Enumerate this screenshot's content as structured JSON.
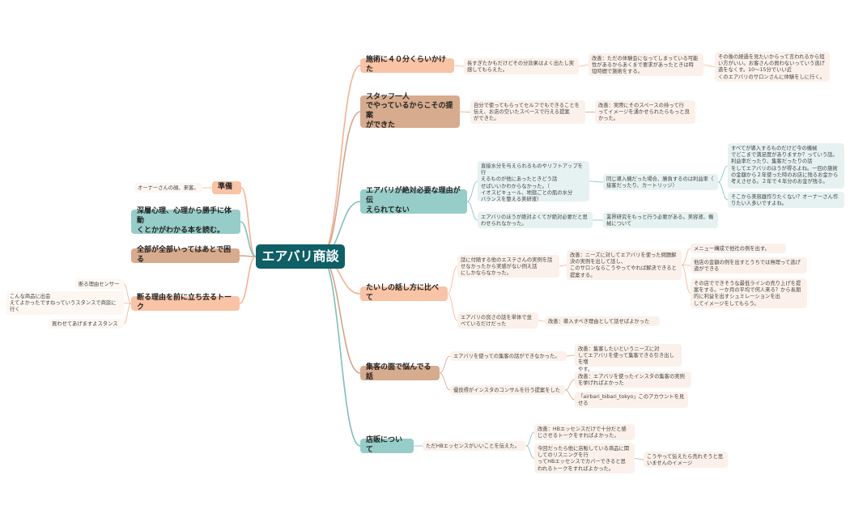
{
  "colors": {
    "root": "#0f5f66",
    "salmon": "#f9c3a5",
    "tan": "#d7ab8d",
    "teal": "#96cdc8",
    "link_salmon": "#f4b293",
    "link_tan": "#d3a486",
    "link_teal": "#7fc0ba"
  },
  "root": {
    "label": "エアバリ商談"
  },
  "branches": {
    "b1": "施術に４０分くらいかけた",
    "b2": "スタッフ一人\nでやっているからこその提案\nができた",
    "b3": "エアバリが絶対必要な理由が伝\nえられてない",
    "b4": "たいしの話し方に比べて",
    "b5": "集客の面で悩んでる話",
    "b6": "店販について",
    "l1": "準備",
    "l2": "深層心理、心理から勝手に体動\nくとかがわかる本を読む。",
    "l3": "全部が全部いってはあとで困る",
    "l4": "断る理由を前に立ち去るトーク"
  },
  "leaves": {
    "n1a": "長すぎたかもだけどその分効果はよく出たし実\n感してもらえた。",
    "n1b": "改善：ただの体験会になってしまっている可能\n性があるからあくまで要求があったときは時\n短時間で施術をする。",
    "n1c": "その後の経過を見たいからって言われるから短\nい方がいい。お客さんの買わないっていう逃げ\n道をなくす。10〜15分でいい近\nくのエアバリのサロンさんに体験をしに行く。",
    "n2a": "自分で使ってもらってセルフでもできることを\n伝え、お店の空いたスペースで行える提案\nができた。",
    "n2b": "改善：実際にそのスペースの持って行\nってイメージを湧かせられたらもっと良\nかった。",
    "n3a": "直接水分を与えられるものやリフトアップを行\nえるものが他にあったときどう話\nせばいいかわからなかった。（\nイオスピキュール、地獄ごとの肌の水分\nバランスを整える美研液）",
    "n3b": "同じ導入機だった場合、勝負するのは利益率（\n接客だったり、カートリッジ）",
    "n3c": "すべてが導入するものだけど今の機械\nでどこまで満足度がありますか？っていう話。\n利益率だったり、集客だったりの話\nをしてエアバリのほうが得るよね。一回の施術\nの金額から２年使った時のお店に残るお金から\n考えさせる。２年で４年分のお金が残る。",
    "n3d": "そこから美容器作りたくない？オーナーさん作\nりたい人多いですよね。",
    "n3e": "エアバリのほうが絶対よくてが絶対必要だと思\nわせられなかった。",
    "n3f": "業界研究をもっと行う必要がある。美容液、機\n械について",
    "n4a": "話に付随する他のエステさんの実例を話\nせなかったから実感がない例え話\nにしかならなかった。",
    "n4b": "改善：ニーズに対してエアバリを使った問題解\n決の実例を出して話し、\nこのサロンならこうやってやれば解決できると\n提案する。",
    "n4c": "メニュー構成で他社の例を出す。",
    "n4d": "他店の金額の例を出すとうちでは無理って逃げ\n道ができる",
    "n4e": "その店でできそうな最低ラインの売り上げを提\n案をする。一か月の平均で何人来る？から長期\n的に利益を出すシュミレーションを出\nしてイメージをしてもらう。",
    "n4f": "エアバリの良さの話を単体で並\nべているだけだった",
    "n4g": "改善：導入すべき理由として話せばよかった",
    "n5a": "エアバリを使っての集客の話ができなかった。",
    "n5b": "改善：集客したいというニーズに対\nしてエアバリを使って集客できる引き出しを増\nやす。",
    "n5c": "優良得がインスタのコンサルを行う提案をした",
    "n5d": "改善：エアバリを使ったインスタの集客の実例\nを挙げればよかった",
    "n5e": "「airbari_bibari_tokyo」このアカウントを見\nせる",
    "n6a": "ただHBエッセンスがいいことを伝えた。",
    "n6b": "改善：HBエッセンスだけで十分だと感\nじさせるトークをすればよかった。",
    "n6c": "今回だったら他に店販している商品に関\nしてのリスニングを行\nってHBエッセンスでカバーできると思\nわれるトークをすればよかった。",
    "n6d": "こうやって伝えたら売れそうと思\nいませんのイメージ",
    "p1": "オーナーさんの顔、来客。",
    "p4a": "断る理由センサー",
    "p4b": "こんな商品に出会\nえてよかったですねっていうスタンスで商談に\n行く",
    "p4c": "買わせてあげますよスタンス"
  }
}
